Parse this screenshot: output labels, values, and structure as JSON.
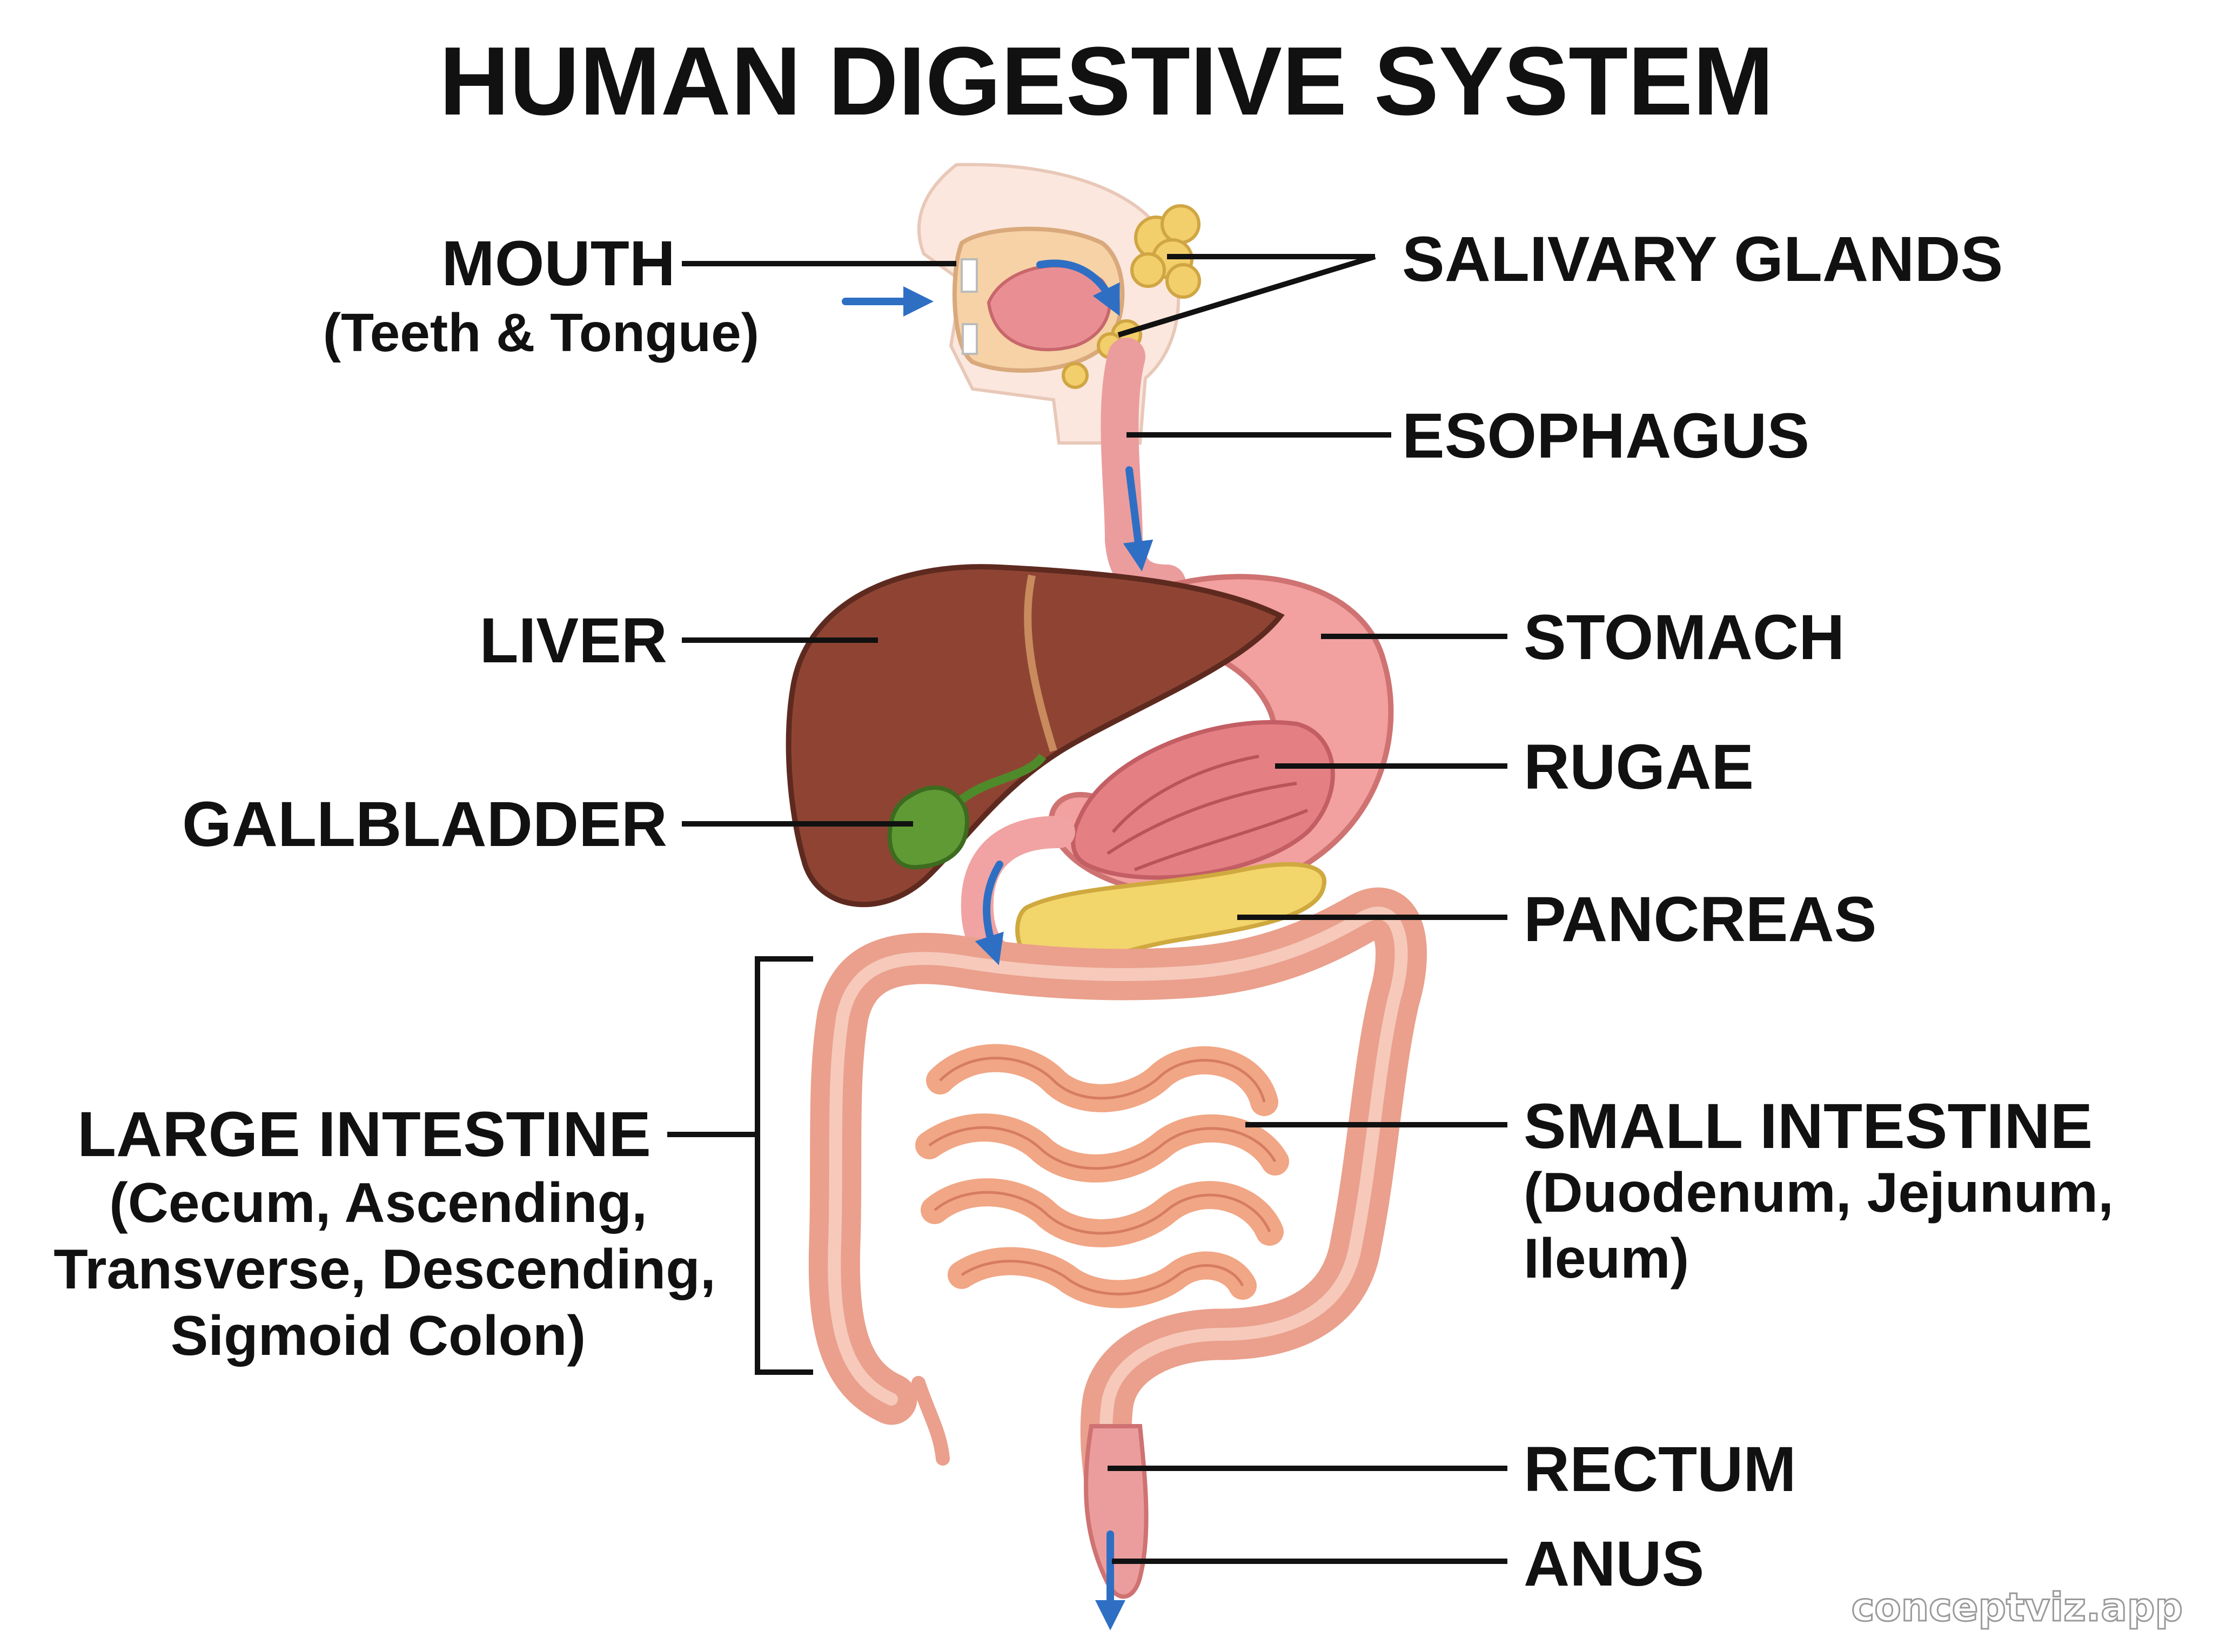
{
  "title": "HUMAN DIGESTIVE SYSTEM",
  "labels": {
    "mouth": {
      "name": "MOUTH",
      "detail": "(Teeth & Tongue)"
    },
    "salivary_glands": {
      "name": "SALIVARY GLANDS"
    },
    "esophagus": {
      "name": "ESOPHAGUS"
    },
    "liver": {
      "name": "LIVER"
    },
    "stomach": {
      "name": "STOMACH"
    },
    "rugae": {
      "name": "RUGAE"
    },
    "gallbladder": {
      "name": "GALLBLADDER"
    },
    "pancreas": {
      "name": "PANCREAS"
    },
    "large_intestine": {
      "name": "LARGE INTESTINE",
      "detail_lines": [
        "(Cecum, Ascending,",
        "Transverse, Descending,",
        "Sigmoid Colon)"
      ]
    },
    "small_intestine": {
      "name": "SMALL INTESTINE",
      "detail_lines": [
        "(Duodenum, Jejunum,",
        "Ileum)"
      ]
    },
    "rectum": {
      "name": "RECTUM"
    },
    "anus": {
      "name": "ANUS"
    }
  },
  "watermark": "conceptviz.app",
  "colors": {
    "liver": "#8f4433",
    "gallbladder": "#5f9a35",
    "stomach": "#f2a0a0",
    "pancreas": "#f2d56b",
    "intestine": "#eaa08c",
    "small_intestine": "#f1a685",
    "arrow": "#2e6fc4",
    "text": "#111111"
  }
}
